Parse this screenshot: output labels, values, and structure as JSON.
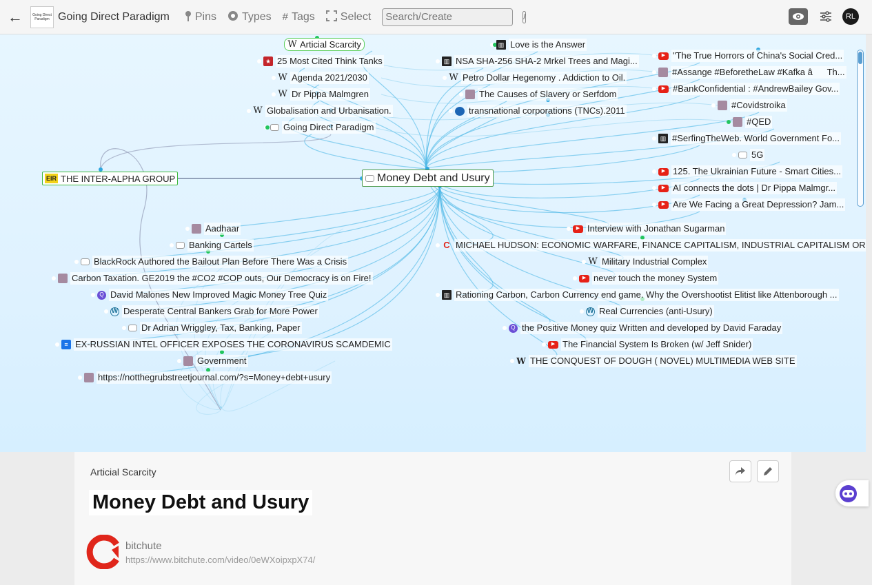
{
  "header": {
    "back_label": "←",
    "logo_text": "Going Direct Paradigm",
    "app_title": "Going Direct Paradigm",
    "nav": [
      {
        "icon": "pin-icon",
        "label": "Pins"
      },
      {
        "icon": "circle-icon",
        "label": "Types"
      },
      {
        "icon": "hash-icon",
        "label": "Tags"
      },
      {
        "icon": "select-icon",
        "label": "Select"
      }
    ],
    "search_placeholder": "Search/Create",
    "search_shortcut": "/",
    "avatar_initials": "RL"
  },
  "graph": {
    "hub": "Money Debt and Usury",
    "inter_alpha": {
      "badge": "EIR",
      "label": "THE INTER-ALPHA GROUP"
    },
    "articial": "Articial Scarcity",
    "top_left_nodes": [
      {
        "icon": "rank",
        "label": "25 Most Cited Think Tanks"
      },
      {
        "icon": "wiki",
        "label": "Agenda 2021/2030"
      },
      {
        "icon": "wiki",
        "label": "Dr Pippa Malmgren"
      },
      {
        "icon": "wiki",
        "label": "Globalisation and Urbanisation."
      },
      {
        "icon": "chat",
        "label": "Going Direct Paradigm"
      }
    ],
    "top_mid_nodes": [
      {
        "icon": "bank",
        "label": "Love is the Answer"
      },
      {
        "icon": "bank",
        "label": "NSA SHA-256 SHA-2 Mrkel Trees and Magi..."
      },
      {
        "icon": "wiki",
        "label": "Petro Dollar Hegenomy . Addiction to Oil."
      },
      {
        "icon": "img",
        "label": "The Causes of Slavery or Serfdom"
      },
      {
        "icon": "globe",
        "label": "transnational corporations (TNCs).2011"
      }
    ],
    "top_right_nodes": [
      {
        "icon": "yt",
        "label": "\"The True Horrors of China's Social Cred..."
      },
      {
        "icon": "img",
        "label": "#Assange #BeforetheLaw #Kafka âTh..."
      },
      {
        "icon": "yt",
        "label": "#BankConfidential : #AndrewBailey Gov..."
      },
      {
        "icon": "img",
        "label": "#Covidstroika"
      },
      {
        "icon": "img",
        "label": "#QED"
      },
      {
        "icon": "bank",
        "label": "#SerfingTheWeb. World Government Fo..."
      },
      {
        "icon": "chat",
        "label": "5G"
      },
      {
        "icon": "yt",
        "label": "125. The Ukrainian Future - Smart Cities..."
      },
      {
        "icon": "yt",
        "label": "AI connects the dots | Dr Pippa Malmgr..."
      },
      {
        "icon": "yt",
        "label": "Are We Facing a Great Depression? Jam..."
      }
    ],
    "bottom_left_nodes": [
      {
        "icon": "img",
        "label": "Aadhaar"
      },
      {
        "icon": "chat",
        "label": "Banking Cartels"
      },
      {
        "icon": "chat",
        "label": "BlackRock Authored the Bailout Plan Before There Was a Crisis"
      },
      {
        "icon": "img",
        "label": "Carbon Taxation. GE2019 the #CO2 #COP outs, Our Democracy is on Fire!"
      },
      {
        "icon": "q",
        "label": "David Malones New Improved Magic Money Tree Quiz"
      },
      {
        "icon": "wp",
        "label": "Desperate Central Bankers Grab for More Power"
      },
      {
        "icon": "chat",
        "label": "Dr Adrian Wriggley, Tax, Banking, Paper"
      },
      {
        "icon": "doc",
        "label": "EX-RUSSIAN INTEL OFFICER EXPOSES THE CORONAVIRUS SCAMDEMIC"
      },
      {
        "icon": "img",
        "label": "Government"
      },
      {
        "icon": "img",
        "label": "https://notthegrubstreetjournal.com/?s=Money+debt+usury"
      }
    ],
    "bottom_right_nodes": [
      {
        "icon": "yt",
        "label": "Interview with Jonathan Sugarman"
      },
      {
        "icon": "bc",
        "label": "MICHAEL HUDSON: ECONOMIC WARFARE, FINANCE CAPITALISM, INDUSTRIAL CAPITALISM OR..."
      },
      {
        "icon": "wiki",
        "label": "Military Industrial Complex"
      },
      {
        "icon": "yt",
        "label": "never touch the money System"
      },
      {
        "icon": "bank",
        "label": "Rationing Carbon, Carbon Currency end game. Why the Overshootist Elitist like Attenborough ..."
      },
      {
        "icon": "wp",
        "label": "Real Currencies (anti-Usury)"
      },
      {
        "icon": "q",
        "label": "the Positive Money quiz Written and developed by David Faraday"
      },
      {
        "icon": "yt",
        "label": "The Financial System Is Broken (w/ Jeff Snider)"
      },
      {
        "icon": "wq",
        "label": "THE CONQUEST OF DOUGH ( NOVEL) MULTIMEDIA WEB SITE"
      }
    ]
  },
  "detail": {
    "breadcrumb": "Articial Scarcity",
    "title": "Money Debt and Usury",
    "source_name": "bitchute",
    "source_url": "https://www.bitchute.com/video/0eWXoipxpX74/"
  },
  "colors": {
    "accent_blue": "#3ba9e0",
    "node_green": "#22c55e",
    "youtube_red": "#e62117"
  }
}
